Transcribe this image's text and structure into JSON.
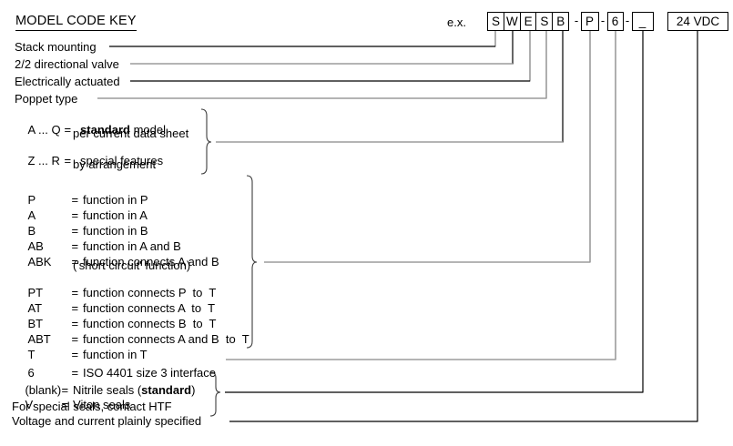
{
  "title": "MODEL CODE KEY",
  "example_label": "e.x.",
  "code_boxes": {
    "letters": [
      "S",
      "W",
      "E",
      "S",
      "B"
    ],
    "sep1": "-",
    "function_code": "P",
    "sep2": "-",
    "size_code": "6",
    "sep3": "-",
    "seal_code": "_",
    "voltage_code": "24 VDC"
  },
  "top_labels": {
    "stack": "Stack mounting",
    "directional": "2/2 directional valve",
    "electrical": "Electrically actuated",
    "poppet": "Poppet type"
  },
  "model_section": {
    "row1": {
      "code": "A ... Q",
      "eq": "=",
      "desc_bold": "standard",
      "desc_post": " model"
    },
    "row1_cont": "per current data sheet",
    "row2": {
      "code": "Z ... R",
      "eq": "=",
      "desc": "special features"
    },
    "row2_cont": "by arrangement"
  },
  "function_section": {
    "rows": [
      {
        "code": "P",
        "eq": "=",
        "desc": "function in P"
      },
      {
        "code": "A",
        "eq": "=",
        "desc": "function in A"
      },
      {
        "code": "B",
        "eq": "=",
        "desc": "function in B"
      },
      {
        "code": "AB",
        "eq": "=",
        "desc": "function in A and B"
      },
      {
        "code": "ABK",
        "eq": "=",
        "desc": "function connects A and B"
      },
      {
        "code": "PT",
        "eq": "=",
        "desc": "function connects P  to  T"
      },
      {
        "code": "AT",
        "eq": "=",
        "desc": "function connects A  to  T"
      },
      {
        "code": "BT",
        "eq": "=",
        "desc": "function connects B  to  T"
      },
      {
        "code": "ABT",
        "eq": "=",
        "desc": "function connects A and B  to  T"
      },
      {
        "code": "T",
        "eq": "=",
        "desc": "function in T"
      }
    ],
    "abk_cont": "('short circuit' function)"
  },
  "size_row": {
    "code": "6",
    "eq": "=",
    "desc": "ISO 4401 size 3 interface"
  },
  "seals_section": {
    "row1": {
      "code": "(blank)",
      "eq": "=",
      "desc_pre": "Nitrile seals (",
      "desc_bold": "standard",
      "desc_post": ")"
    },
    "row2": {
      "code": "V",
      "eq": "=",
      "desc": "Viton seals"
    },
    "row3": "For special seals, contact HTF"
  },
  "voltage_label": "Voltage and current plainly specified",
  "colors": {
    "line_black": "#000000",
    "line_gray": "#9b9b9b",
    "brace": "#3d3d3d"
  }
}
